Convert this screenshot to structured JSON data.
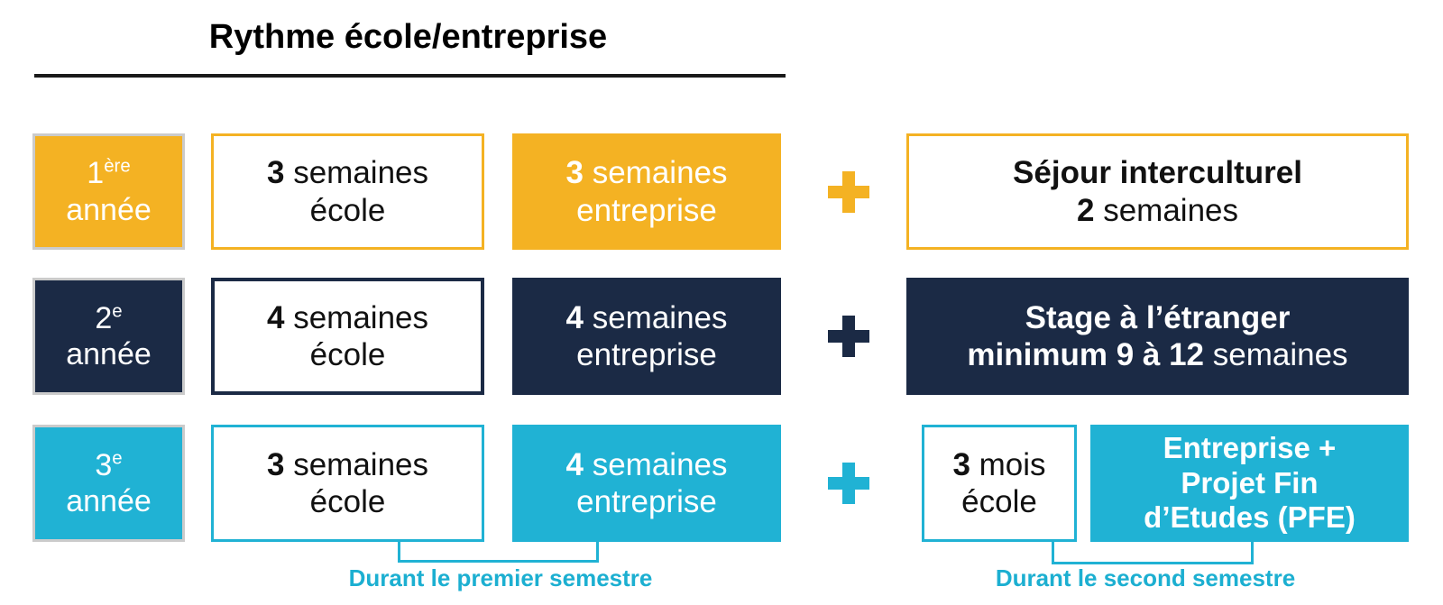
{
  "title": "Rythme école/entreprise",
  "colors": {
    "year1_yellow": "#F4B223",
    "year2_navy": "#1B2A45",
    "year3_cyan": "#20B2D4",
    "year_badge_border_gray": "#CBCBCB",
    "caption_cyan": "#1CAFD1",
    "text_black": "#111111",
    "text_white": "#FFFFFF"
  },
  "rows": [
    {
      "year": {
        "num": "1",
        "sup": "ère",
        "word": "année"
      },
      "school": {
        "num": "3",
        "unit": "semaines",
        "line2": "école"
      },
      "company": {
        "num": "3",
        "unit": "semaines",
        "line2": "entreprise"
      },
      "plus_icon": "plus-icon",
      "extra": {
        "line1": "Séjour interculturel",
        "num": "2",
        "unit": "semaines"
      }
    },
    {
      "year": {
        "num": "2",
        "sup": "e",
        "word": "année"
      },
      "school": {
        "num": "4",
        "unit": "semaines",
        "line2": "école"
      },
      "company": {
        "num": "4",
        "unit": "semaines",
        "line2": "entreprise"
      },
      "plus_icon": "plus-icon",
      "extra": {
        "line1": "Stage à l’étranger",
        "bold2": "minimum 9 à 12",
        "unit": "semaines"
      }
    },
    {
      "year": {
        "num": "3",
        "sup": "e",
        "word": "année"
      },
      "school": {
        "num": "3",
        "unit": "semaines",
        "line2": "école"
      },
      "company": {
        "num": "4",
        "unit": "semaines",
        "line2": "entreprise"
      },
      "plus_icon": "plus-icon",
      "extra_school": {
        "num": "3",
        "unit": "mois",
        "line2": "école"
      },
      "extra_pfe": {
        "line1": "Entreprise +",
        "line2": "Projet Fin",
        "line3": "d’Etudes (PFE)"
      }
    }
  ],
  "captions": {
    "first": "Durant le premier semestre",
    "second": "Durant le second semestre"
  }
}
